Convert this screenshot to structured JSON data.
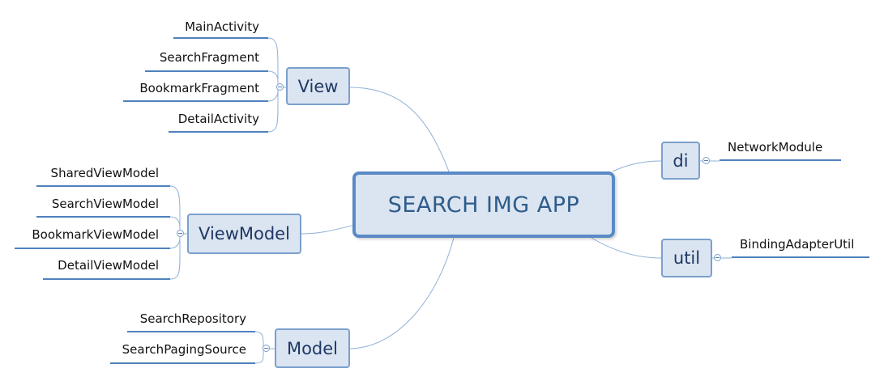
{
  "central": {
    "label": "SEARCH IMG APP"
  },
  "branches": {
    "view": {
      "label": "View",
      "children": [
        "MainActivity",
        "SearchFragment",
        "BookmarkFragment",
        "DetailActivity"
      ]
    },
    "viewmodel": {
      "label": "ViewModel",
      "children": [
        "SharedViewModel",
        "SearchViewModel",
        "BookmarkViewModel",
        "DetailViewModel"
      ]
    },
    "model": {
      "label": "Model",
      "children": [
        "SearchRepository",
        "SearchPagingSource"
      ]
    },
    "di": {
      "label": "di",
      "children": [
        "NetworkModule"
      ]
    },
    "util": {
      "label": "util",
      "children": [
        "BindingAdapterUtil"
      ]
    }
  },
  "colors": {
    "node_fill": "#dbe5f1",
    "node_border": "#7ba0cd",
    "central_border": "#5a8ac6",
    "connector": "#8fb0d8",
    "leaf_underline": "#4f81bd",
    "text": "#1f3864"
  }
}
